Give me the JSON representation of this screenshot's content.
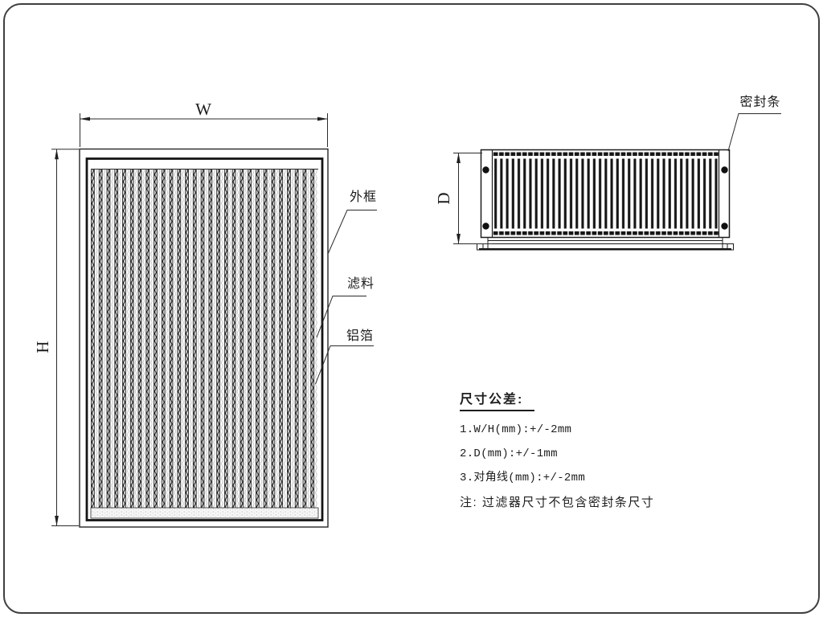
{
  "drawing": {
    "front_view": {
      "width_dim_label": "W",
      "height_dim_label": "H",
      "callouts": {
        "outer_frame": "外框",
        "filter_media": "滤料",
        "aluminum_foil": "铝箔"
      }
    },
    "side_view": {
      "depth_dim_label": "D",
      "callouts": {
        "sealing_strip": "密封条"
      }
    },
    "tolerance_notes": {
      "heading": "尺寸公差:",
      "items": [
        "1.W/H(mm):+/-2mm",
        "2.D(mm):+/-1mm",
        "3.对角线(mm):+/-2mm"
      ],
      "footnote": "注: 过滤器尺寸不包含密封条尺寸"
    },
    "colors": {
      "line": "#2b2b2b",
      "background": "#ffffff"
    }
  }
}
